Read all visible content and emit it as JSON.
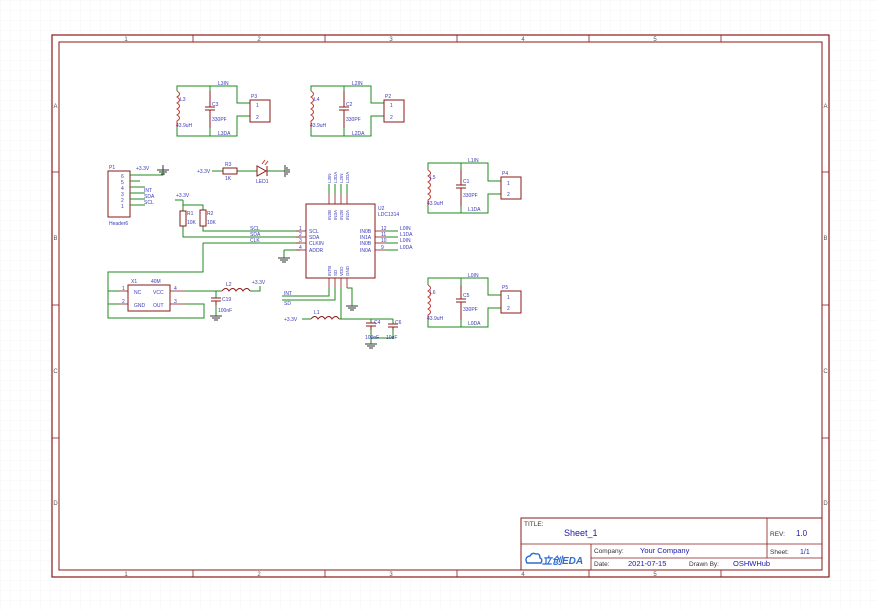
{
  "frame": {
    "col_labels": [
      "1",
      "2",
      "3",
      "4",
      "5"
    ],
    "row_labels": [
      "A",
      "B",
      "C",
      "D"
    ]
  },
  "colors": {
    "border": "#8b1a1a",
    "wire": "#1f8a1f",
    "pin": "#8b1a1a",
    "component": "#8b1a1a",
    "net_label": "#3a3ab8",
    "text": "#3a3ab8",
    "grid": "#e6e6e6",
    "title_text": "#1a1aaa"
  },
  "title_block": {
    "title_label": "TITLE:",
    "title": "Sheet_1",
    "rev_label": "REV:",
    "rev": "1.0",
    "company_label": "Company:",
    "company": "Your Company",
    "sheet_label": "Sheet:",
    "sheet": "1/1",
    "date_label": "Date:",
    "date": "2021-07-15",
    "drawn_label": "Drawn By:",
    "drawn_by": "OSHWHub",
    "logo": "立创EDA"
  },
  "components": {
    "l3": {
      "ref": "L3",
      "value": "43.9uH"
    },
    "c3": {
      "ref": "C3",
      "value": "330PF"
    },
    "p3": {
      "ref": "P3",
      "pins": [
        "1",
        "2"
      ],
      "top_net": "L3IN",
      "bot_net": "L3DA"
    },
    "l4": {
      "ref": "L4",
      "value": "43.9uH"
    },
    "c2": {
      "ref": "C2",
      "value": "330PF"
    },
    "p2": {
      "ref": "P2",
      "pins": [
        "1",
        "2"
      ],
      "top_net": "L2IN",
      "bot_net": "L2DA"
    },
    "l5": {
      "ref": "L5",
      "value": "43.9uH"
    },
    "c1": {
      "ref": "C1",
      "value": "330PF"
    },
    "p4": {
      "ref": "P4",
      "pins": [
        "1",
        "2"
      ],
      "top_net": "L1IN",
      "bot_net": "L1DA"
    },
    "l6": {
      "ref": "L6",
      "value": "43.9uH"
    },
    "c5": {
      "ref": "C5",
      "value": "330PF"
    },
    "p5": {
      "ref": "P5",
      "pins": [
        "1",
        "2"
      ],
      "top_net": "L0IN",
      "bot_net": "L0DA"
    },
    "p1": {
      "ref": "P1",
      "name": "Header6",
      "pins": [
        "6",
        "5",
        "4",
        "3",
        "2",
        "1"
      ],
      "nets": [
        "+3.3V",
        "",
        "INT",
        "SDA",
        "SCL",
        ""
      ]
    },
    "r3": {
      "ref": "R3",
      "value": "1K",
      "net": "+3.3V"
    },
    "led": {
      "ref": "LED1"
    },
    "r1": {
      "ref": "R1",
      "value": "10K"
    },
    "r2": {
      "ref": "R2",
      "value": "10K"
    },
    "r_pullup_net": "+3.3V",
    "u2": {
      "ref": "U2",
      "name": "LDC1314",
      "left_pins": [
        {
          "num": "1",
          "name": "SCL",
          "net": "SCL"
        },
        {
          "num": "2",
          "name": "SDA",
          "net": "SDA"
        },
        {
          "num": "3",
          "name": "CLKIN",
          "net": "CLK"
        },
        {
          "num": "4",
          "name": "ADDR",
          "net": ""
        }
      ],
      "right_pins": [
        {
          "num": "12",
          "name": "IN0B",
          "net": "L0IN"
        },
        {
          "num": "11",
          "name": "IN1A",
          "net": "L1DA"
        },
        {
          "num": "10",
          "name": "IN0B",
          "net": "L0IN"
        },
        {
          "num": "9",
          "name": "IN0A",
          "net": "L0DA"
        }
      ],
      "top_pins": [
        "IN3B",
        "IN3A",
        "IN2B",
        "IN2A"
      ],
      "top_nets": [
        "L3IN",
        "L3DA",
        "L2IN",
        "L2DA"
      ],
      "bottom_pins": [
        "INTB",
        "SD",
        "VDD",
        "GND"
      ]
    },
    "x1": {
      "ref": "X1",
      "value": "40M",
      "pins": {
        "nc": "NC",
        "vcc": "VCC",
        "gnd": "GND",
        "out": "OUT"
      },
      "nums": [
        "1",
        "4",
        "2",
        "3"
      ]
    },
    "l2": {
      "ref": "L2",
      "net": "+3.3V"
    },
    "c19": {
      "ref": "C19",
      "value": "100nF"
    },
    "l1": {
      "ref": "L1",
      "net": "+3.3V"
    },
    "c4": {
      "ref": "C4",
      "value": "100nF"
    },
    "c6": {
      "ref": "C6",
      "value": "10uF"
    },
    "int_label": "INT",
    "sd_label": "SD"
  }
}
